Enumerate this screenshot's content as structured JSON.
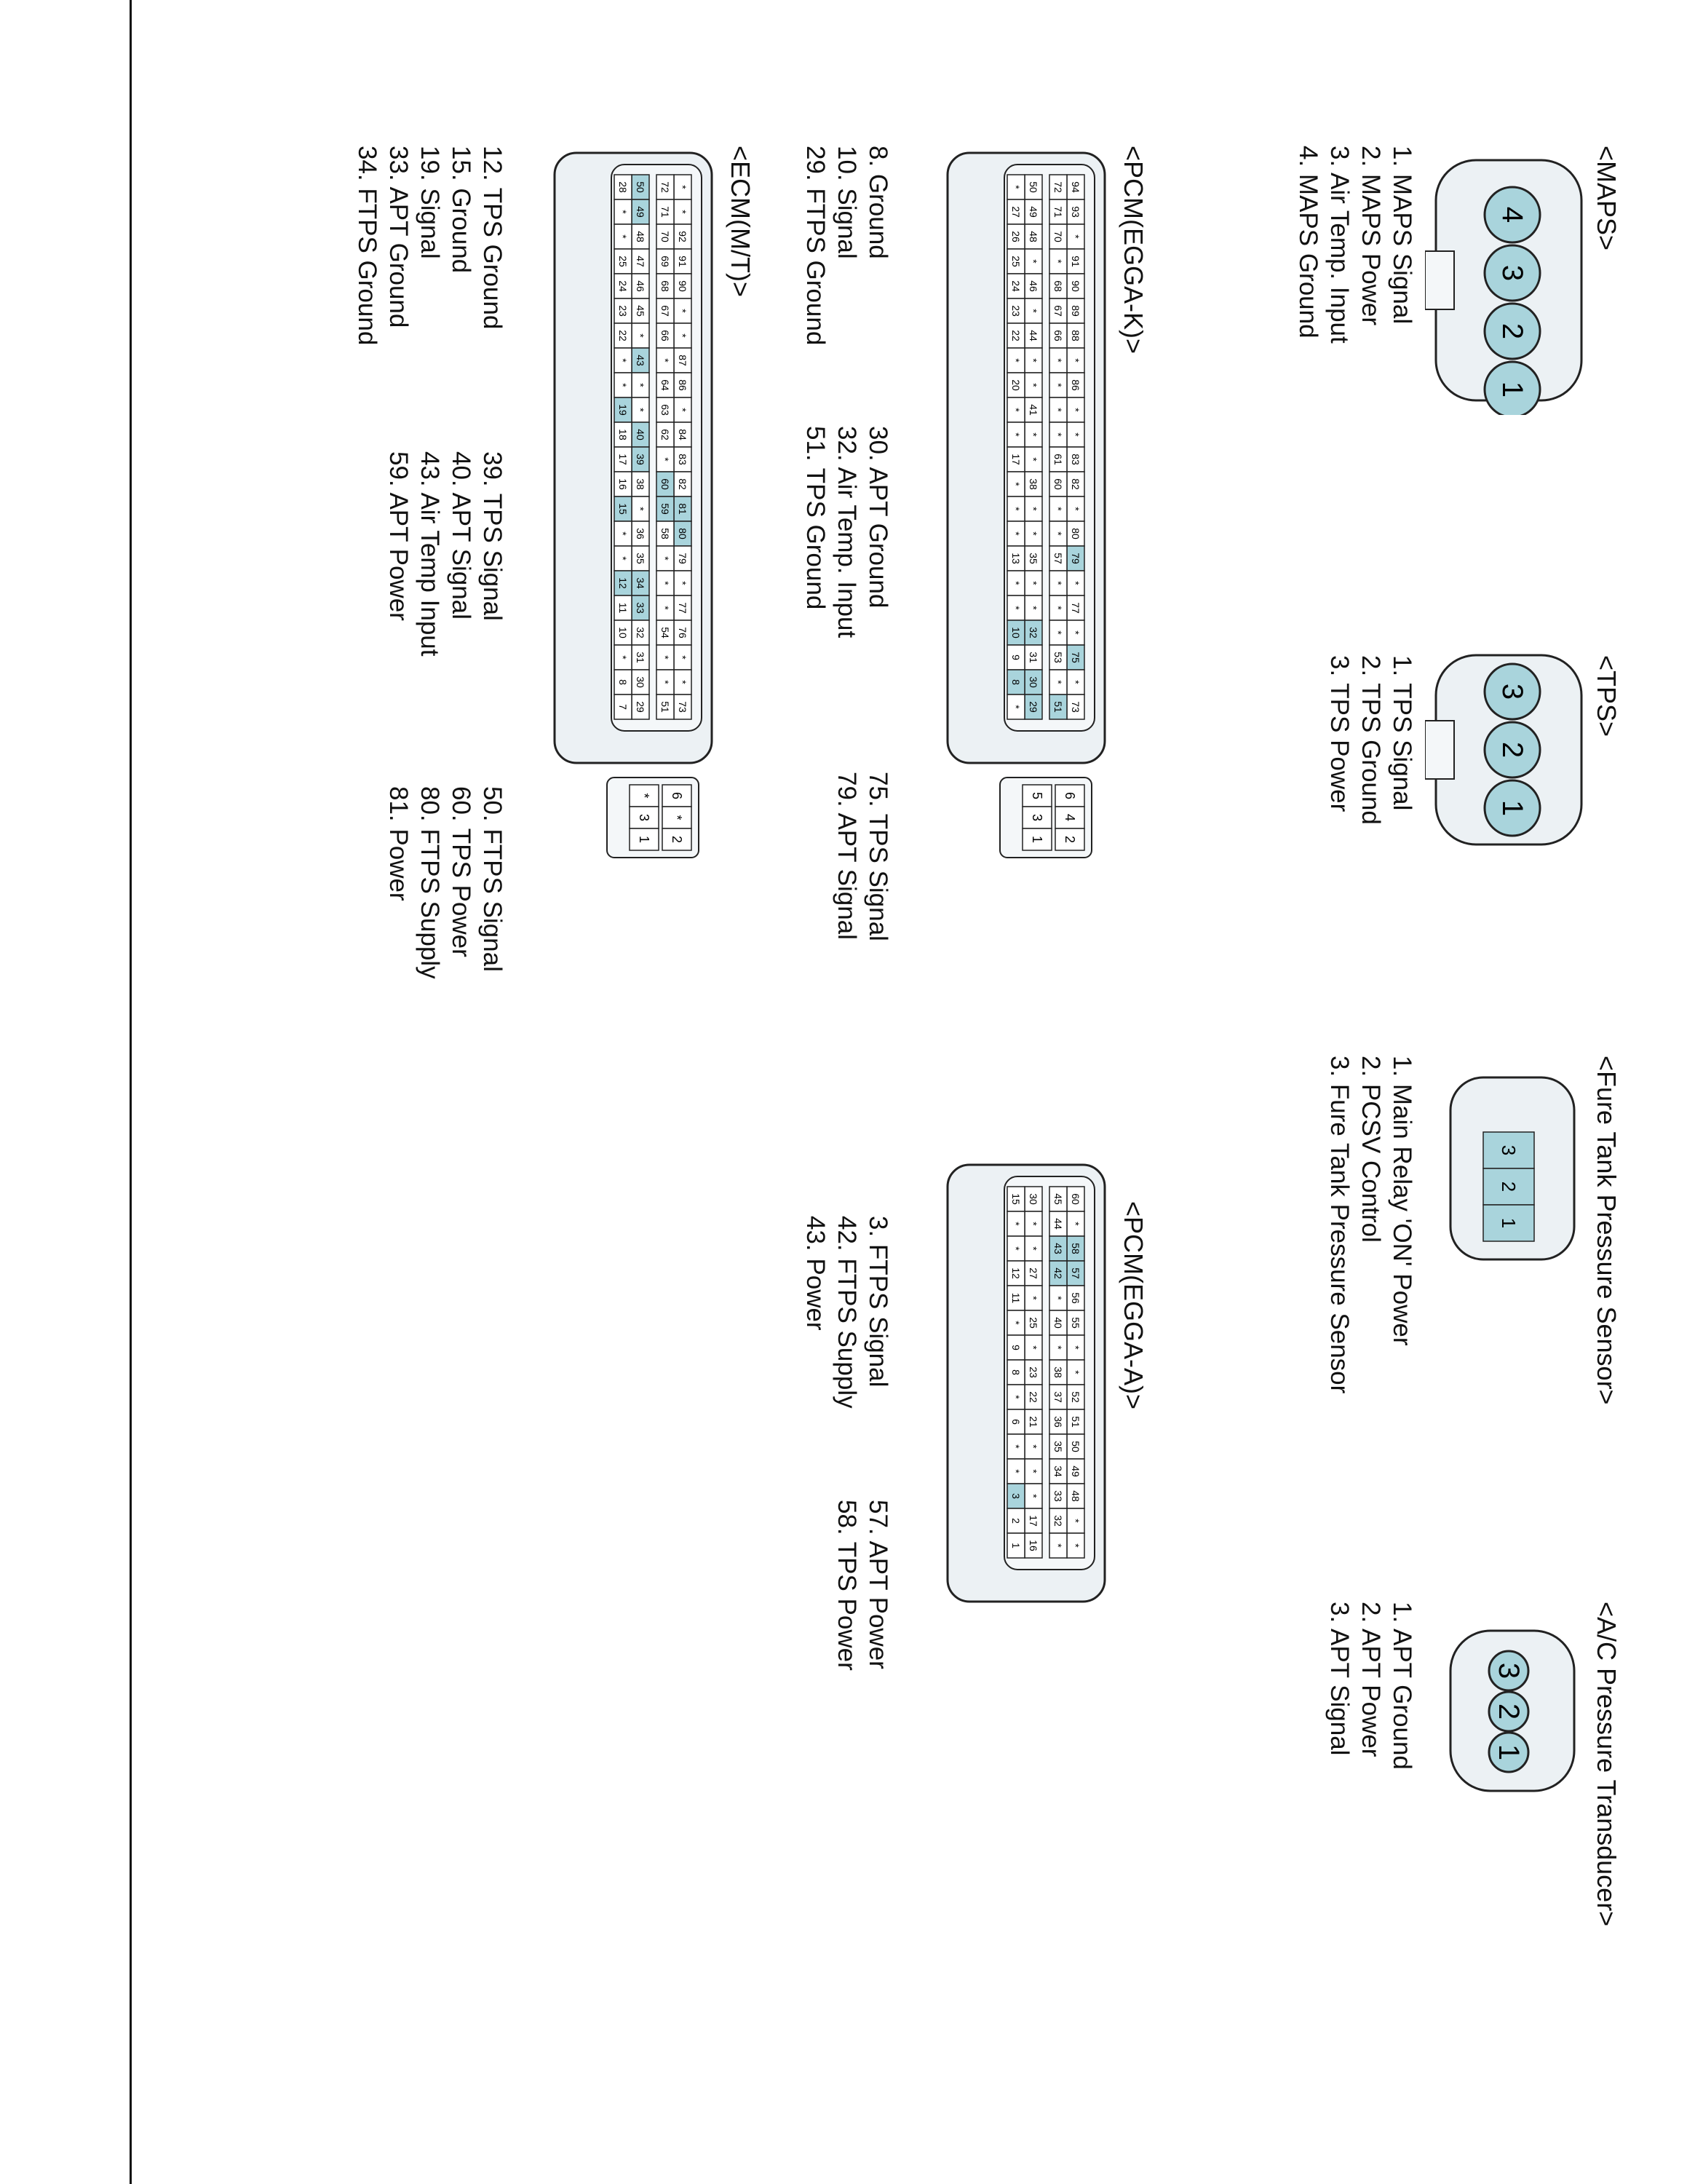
{
  "maps": {
    "title": "<MAPS>",
    "pins": [
      "4",
      "3",
      "2",
      "1"
    ],
    "items": [
      "1. MAPS Signal",
      "2. MAPS Power",
      "3. Air Temp. Input",
      "4. MAPS Ground"
    ]
  },
  "tps": {
    "title": "<TPS>",
    "pins": [
      "3",
      "2",
      "1"
    ],
    "items": [
      "1. TPS Signal",
      "2. TPS Ground",
      "3. TPS Power"
    ]
  },
  "fuel_tank": {
    "title": "<Fure Tank Pressure Sensor>",
    "pins": [
      "3",
      "2",
      "1"
    ],
    "items": [
      "1. Main Relay 'ON' Power",
      "2. PCSV Control",
      "3. Fure Tank Pressure Sensor"
    ]
  },
  "ac": {
    "title": "<A/C Pressure Transducer>",
    "pins": [
      "3",
      "2",
      "1"
    ],
    "items": [
      "1. APT Ground",
      "2. APT Power",
      "3. APT Signal"
    ]
  },
  "pcm_k": {
    "title": "<PCM(EGGA-K)>",
    "grid": [
      [
        "94",
        "93",
        "*",
        "91",
        "90",
        "89",
        "88",
        "*",
        "86",
        "*",
        "*",
        "83",
        "82",
        "*",
        "80",
        "79",
        "*",
        "77",
        "*",
        "75",
        "*",
        "73"
      ],
      [
        "72",
        "71",
        "70",
        "*",
        "68",
        "67",
        "66",
        "*",
        "*",
        "*",
        "*",
        "61",
        "60",
        "*",
        "*",
        "57",
        "*",
        "*",
        "*",
        "53",
        "*",
        "51"
      ],
      [
        "50",
        "49",
        "48",
        "*",
        "46",
        "*",
        "44",
        "*",
        "*",
        "41",
        "*",
        "*",
        "38",
        "*",
        "*",
        "35",
        "*",
        "*",
        "32",
        "31",
        "30",
        "29"
      ],
      [
        "*",
        "27",
        "26",
        "25",
        "24",
        "23",
        "22",
        "*",
        "20",
        "*",
        "*",
        "17",
        "*",
        "*",
        "*",
        "13",
        "*",
        "*",
        "10",
        "9",
        "8",
        "*"
      ]
    ],
    "highlight": [
      "79",
      "75",
      "51",
      "32",
      "30",
      "29",
      "10",
      "8"
    ],
    "side": [
      "6",
      "5",
      "4",
      "3",
      "2",
      "1"
    ],
    "col1": [
      "8. Ground",
      "10. Signal",
      "29. FTPS Ground"
    ],
    "col2": [
      "30. APT Ground",
      "32. Air Temp. Input",
      "51. TPS Ground"
    ],
    "col3": [
      "75. TPS Signal",
      "79. APT Signal"
    ]
  },
  "ecm": {
    "title": "<ECM(M/T)>",
    "grid": [
      [
        "*",
        "*",
        "92",
        "91",
        "90",
        "*",
        "*",
        "87",
        "86",
        "*",
        "84",
        "83",
        "82",
        "81",
        "80",
        "79",
        "*",
        "77",
        "76",
        "*",
        "*",
        "73"
      ],
      [
        "72",
        "71",
        "70",
        "69",
        "68",
        "67",
        "66",
        "*",
        "64",
        "63",
        "62",
        "*",
        "60",
        "59",
        "58",
        "*",
        "*",
        "*",
        "54",
        "*",
        "*",
        "51"
      ],
      [
        "50",
        "49",
        "48",
        "47",
        "46",
        "45",
        "*",
        "43",
        "*",
        "*",
        "40",
        "39",
        "38",
        "*",
        "36",
        "35",
        "34",
        "33",
        "32",
        "31",
        "30",
        "29"
      ],
      [
        "28",
        "*",
        "*",
        "25",
        "24",
        "23",
        "22",
        "*",
        "*",
        "19",
        "18",
        "17",
        "16",
        "15",
        "*",
        "*",
        "12",
        "11",
        "10",
        "*",
        "8",
        "7"
      ]
    ],
    "highlight": [
      "81",
      "80",
      "60",
      "59",
      "50",
      "49",
      "43",
      "40",
      "39",
      "34",
      "33",
      "19",
      "15",
      "12"
    ],
    "side": [
      "6",
      "*",
      "*",
      "3",
      "2",
      "1"
    ],
    "col1": [
      "12. TPS Ground",
      "15. Ground",
      "19. Signal",
      "33. APT Ground",
      "34. FTPS Ground"
    ],
    "col2": [
      "39. TPS Signal",
      "40. APT Signal",
      "43. Air Temp Input",
      "59. APT Power"
    ],
    "col3": [
      "50. FTPS Signal",
      "60. TPS Power",
      "80. FTPS Supply",
      "81. Power"
    ]
  },
  "pcm_a": {
    "title": "<PCM(EGGA-A)>",
    "grid": [
      [
        "60",
        "*",
        "58",
        "57",
        "56",
        "55",
        "*",
        "*",
        "52",
        "51",
        "50",
        "49",
        "48",
        "*",
        "*"
      ],
      [
        "45",
        "44",
        "43",
        "42",
        "*",
        "40",
        "*",
        "38",
        "37",
        "36",
        "35",
        "34",
        "33",
        "32",
        "*"
      ],
      [
        "30",
        "*",
        "*",
        "27",
        "*",
        "25",
        "*",
        "23",
        "22",
        "21",
        "*",
        "*",
        "*",
        "17",
        "16"
      ],
      [
        "15",
        "*",
        "*",
        "12",
        "11",
        "*",
        "9",
        "8",
        "*",
        "6",
        "*",
        "*",
        "3",
        "2",
        "1"
      ]
    ],
    "highlight": [
      "58",
      "57",
      "43",
      "42",
      "3"
    ],
    "col1": [
      "3. FTPS Signal",
      "42. FTPS Supply",
      "43. Power"
    ],
    "col2": [
      "57. APT Power",
      "58. TPS Power"
    ]
  }
}
